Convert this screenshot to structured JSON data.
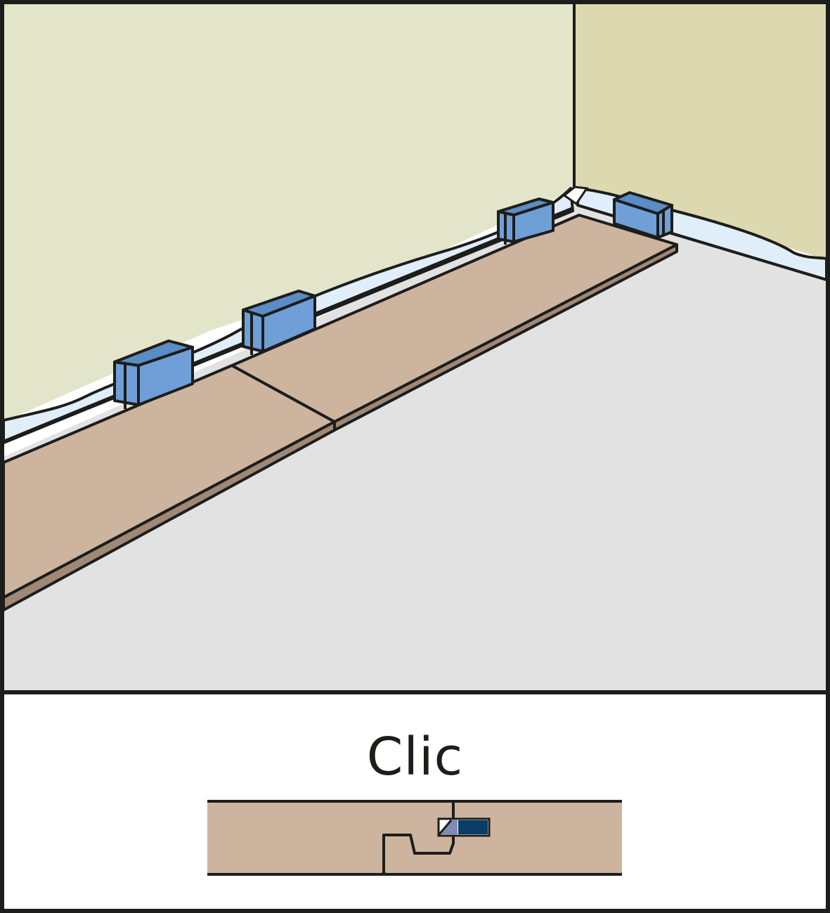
{
  "caption": "Clic",
  "colors": {
    "outline": "#1d1d1b",
    "wall_left": "#e2e5ca",
    "wall_right": "#dcd9b1",
    "floor": "#e2e2e2",
    "underlay": "#e0eef9",
    "board_top": "#cdb49e",
    "board_edge": "#a08876",
    "spacer": "#6f9fd6",
    "spacer_dark": "#5a8cc6",
    "clic_lock_light": "#7f8bb5",
    "clic_lock_dark": "#0b3d66"
  },
  "icons": [
    "spacer-wedge",
    "laminate-board",
    "clic-joint-profile"
  ]
}
